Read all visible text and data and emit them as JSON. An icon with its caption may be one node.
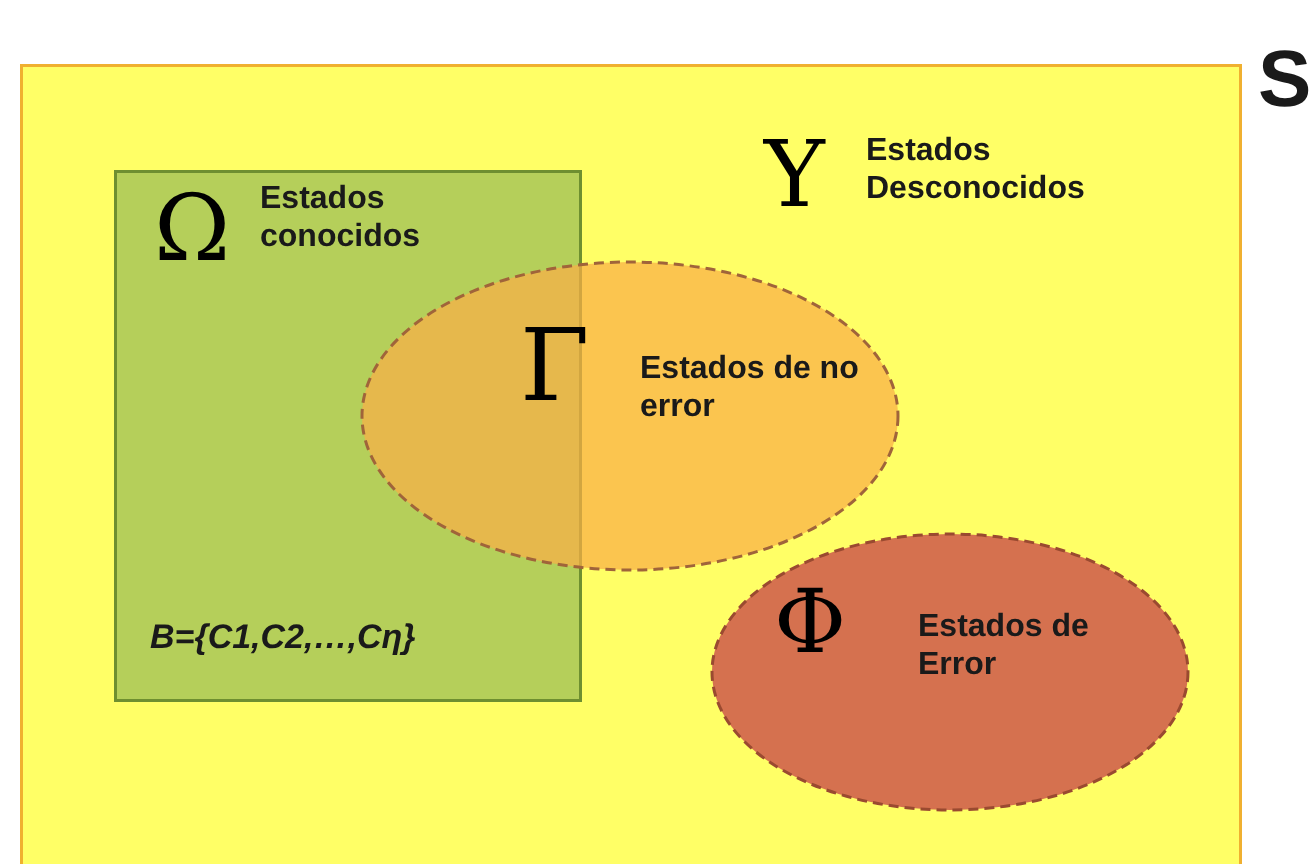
{
  "diagram": {
    "nodes": [
      {
        "text": [
          "Υ",
          "Estados Desconocidos"
        ],
        "beside": [
          "S"
        ]
      },
      {
        "text": [
          "Ω",
          "Estados conocidos",
          "B={C1,C2,…,Cη}"
        ],
        "in": 0
      },
      {
        "text": [
          "Γ",
          "Estados de no error"
        ],
        "in": 0
      },
      {
        "text": [
          "Φ",
          "Estados de Error"
        ],
        "in": 0
      }
    ]
  }
}
